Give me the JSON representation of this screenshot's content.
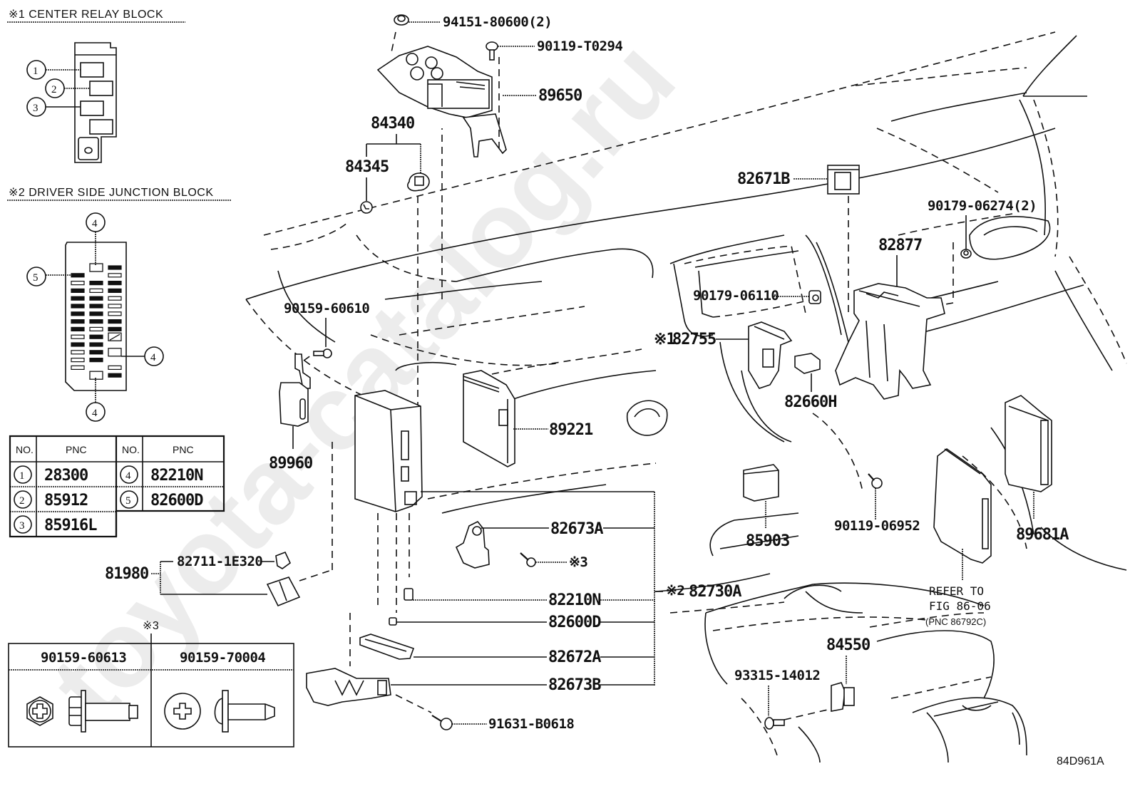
{
  "watermark": "toyota-catalog.ru",
  "figure_id": "84D961A",
  "center_relay_block": {
    "title": "※1 CENTER RELAY BLOCK",
    "callouts": [
      "1",
      "2",
      "3"
    ]
  },
  "junction_block": {
    "title": "※2 DRIVER SIDE JUNCTION BLOCK",
    "callouts": [
      "4",
      "5",
      "4",
      "4"
    ]
  },
  "pnc_table": {
    "headers": [
      "NO.",
      "PNC",
      "NO.",
      "PNC"
    ],
    "rows": [
      {
        "no": "1",
        "pnc": "28300",
        "no2": "4",
        "pnc2": "82210N"
      },
      {
        "no": "2",
        "pnc": "85912",
        "no2": "5",
        "pnc2": "82600D"
      },
      {
        "no": "3",
        "pnc": "85916L",
        "no2": "",
        "pnc2": ""
      }
    ]
  },
  "screw_table": {
    "marker": "※3",
    "columns": [
      "90159-60613",
      "90159-70004"
    ]
  },
  "parts": {
    "p94151": "94151-80600(2)",
    "p90119t": "90119-T0294",
    "p89650": "89650",
    "p84340": "84340",
    "p84345": "84345",
    "p82671b": "82671B",
    "p90179_06274": "90179-06274(2)",
    "p82877": "82877",
    "p90159_60610": "90159-60610",
    "p90179_06110": "90179-06110",
    "p82755_mark": "※1",
    "p82755": "82755",
    "p82660h": "82660H",
    "p89221": "89221",
    "p89960": "89960",
    "p85903": "85903",
    "p90119_06952": "90119-06952",
    "p89681a": "89681A",
    "p82673a": "82673A",
    "p_mark3": "※3",
    "p82730a_mark": "※2",
    "p82730a": "82730A",
    "p82210n": "82210N",
    "p82600d": "82600D",
    "p82672a": "82672A",
    "p82673b": "82673B",
    "p81980": "81980",
    "p82711": "82711-1E320",
    "p91631": "91631-B0618",
    "p93315": "93315-14012",
    "p84550": "84550",
    "refer_line1": "REFER TO",
    "refer_line2": "FIG 86-06",
    "refer_line3": "(PNC 86792C)"
  }
}
